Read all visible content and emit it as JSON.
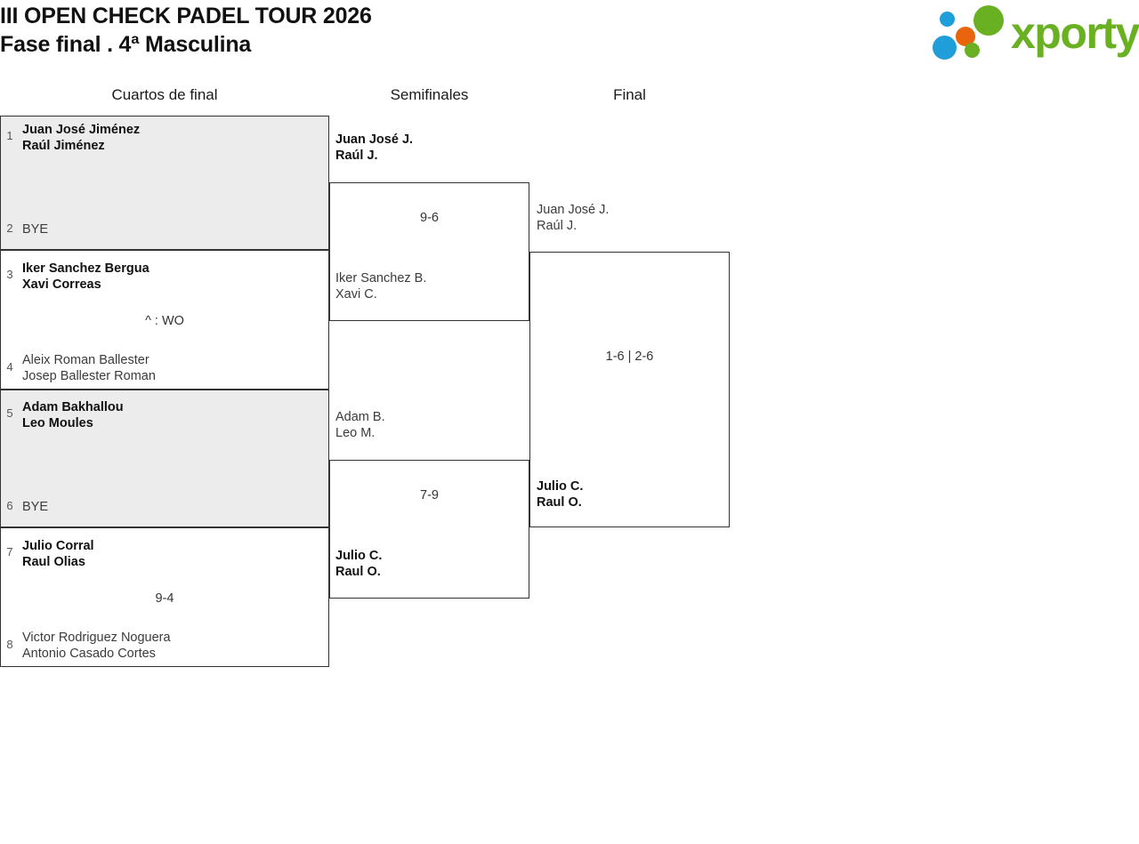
{
  "header": {
    "tournament_title": "III OPEN CHECK PADEL TOUR 2026",
    "phase_subtitle": "Fase final . 4ª Masculina",
    "logo_text": "xporty",
    "logo_colors": {
      "green": "#6ab023",
      "blue": "#1f9ed9",
      "orange": "#e8650d"
    }
  },
  "rounds": [
    {
      "name": "Cuartos de final"
    },
    {
      "name": "Semifinales"
    },
    {
      "name": "Final"
    }
  ],
  "bracket": {
    "quarterfinals": [
      {
        "seed_top": "1",
        "top_line1": "Juan José Jiménez",
        "top_line2": "Raúl Jiménez",
        "seed_bottom": "2",
        "bottom_line1": "BYE",
        "bottom_line2": "",
        "score": "",
        "winner": "top"
      },
      {
        "seed_top": "3",
        "top_line1": "Iker Sanchez Bergua",
        "top_line2": "Xavi Correas",
        "seed_bottom": "4",
        "bottom_line1": "Aleix Roman Ballester",
        "bottom_line2": "Josep Ballester Roman",
        "score": "^ : WO",
        "winner": "top"
      },
      {
        "seed_top": "5",
        "top_line1": "Adam Bakhallou",
        "top_line2": "Leo Moules",
        "seed_bottom": "6",
        "bottom_line1": "BYE",
        "bottom_line2": "",
        "score": "",
        "winner": "top"
      },
      {
        "seed_top": "7",
        "top_line1": "Julio Corral",
        "top_line2": "Raul Olias",
        "seed_bottom": "8",
        "bottom_line1": "Victor Rodriguez Noguera",
        "bottom_line2": "Antonio Casado Cortes",
        "score": "9-4",
        "winner": "top"
      }
    ],
    "semifinals": [
      {
        "top_line1": "Juan José J.",
        "top_line2": "Raúl J.",
        "bottom_line1": "Iker Sanchez B.",
        "bottom_line2": "Xavi C.",
        "score": "9-6",
        "winner": "top"
      },
      {
        "top_line1": "Adam B.",
        "top_line2": "Leo M.",
        "bottom_line1": "Julio C.",
        "bottom_line2": "Raul O.",
        "score": "7-9",
        "winner": "bottom"
      }
    ],
    "final": [
      {
        "top_line1": "Juan José J.",
        "top_line2": "Raúl J.",
        "bottom_line1": "Julio C.",
        "bottom_line2": "Raul O.",
        "score": "1-6 | 2-6",
        "winner": "bottom"
      }
    ]
  }
}
